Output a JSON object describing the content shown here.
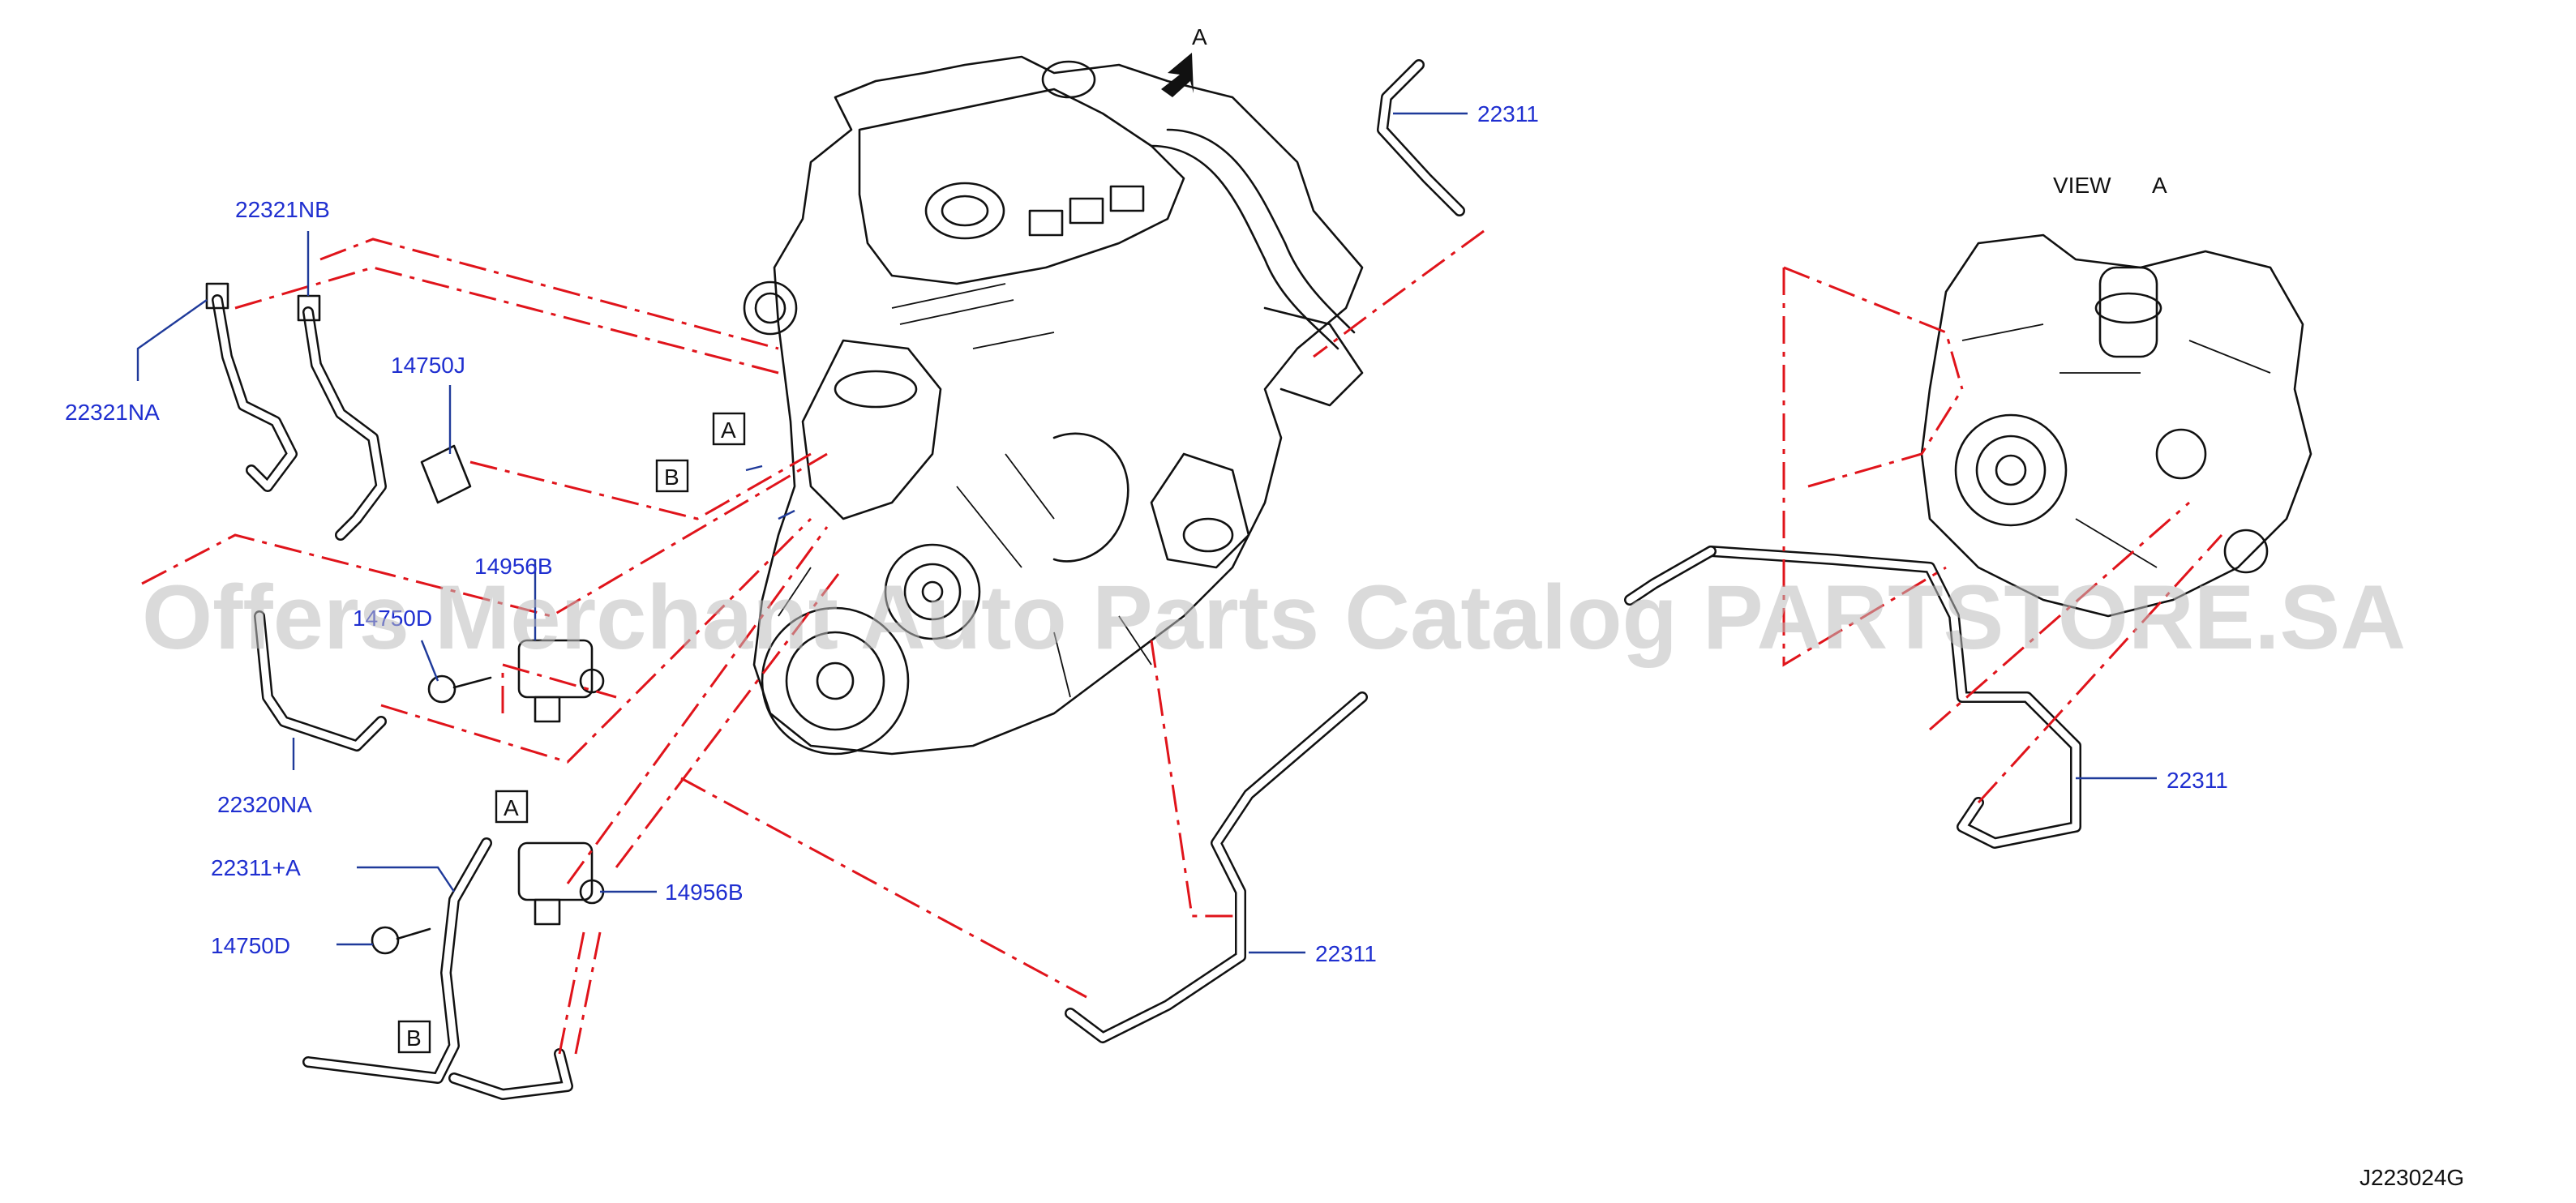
{
  "view_label": {
    "text": "VIEW",
    "letter": "A"
  },
  "arrow_label": "A",
  "diagram_code": "J223024G",
  "watermark": "Offers Merchant Auto Parts Catalog PARTSTORE.SA",
  "callouts": [
    {
      "id": "22311-top",
      "text": "22311"
    },
    {
      "id": "22321NB",
      "text": "22321NB"
    },
    {
      "id": "22321NA",
      "text": "22321NA"
    },
    {
      "id": "14750J",
      "text": "14750J"
    },
    {
      "id": "14956B-upper",
      "text": "14956B"
    },
    {
      "id": "14750D-upper",
      "text": "14750D"
    },
    {
      "id": "22320NA",
      "text": "22320NA"
    },
    {
      "id": "22311A",
      "text": "22311+A"
    },
    {
      "id": "14956B-lower",
      "text": "14956B"
    },
    {
      "id": "14750D-lower",
      "text": "14750D"
    },
    {
      "id": "22311-bottom",
      "text": "22311"
    },
    {
      "id": "22311-right",
      "text": "22311"
    }
  ],
  "ref_boxes": [
    {
      "id": "box-a-engine",
      "letter": "A"
    },
    {
      "id": "box-b-engine",
      "letter": "B"
    },
    {
      "id": "box-a-hose",
      "letter": "A"
    },
    {
      "id": "box-b-hose",
      "letter": "B"
    }
  ]
}
